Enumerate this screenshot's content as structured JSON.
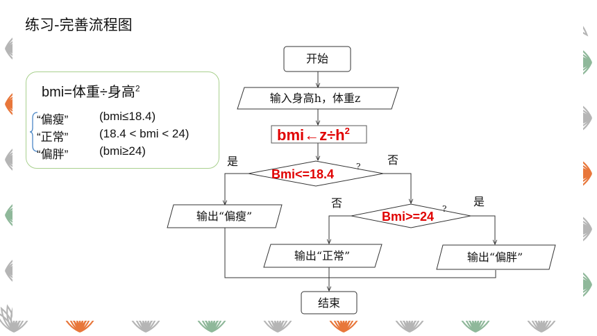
{
  "title": "练习-完善流程图",
  "info": {
    "formula_main": "bmi=体重÷身高",
    "formula_sup": "2",
    "categories": [
      {
        "label": "“偏瘦”",
        "range": "(bmi≤18.4)"
      },
      {
        "label": "“正常”",
        "range": "(18.4 < bmi < 24)"
      },
      {
        "label": "“偏胖”",
        "range": "(bmi≥24)"
      }
    ]
  },
  "flowchart": {
    "start": "开始",
    "input": "输入身高h，体重z",
    "compute_main": "bmi←z÷h",
    "compute_sup": "2",
    "decision1": "Bmi<=18.4",
    "decision1_q": "?",
    "decision2": "Bmi>=24",
    "decision2_q": "?",
    "yes": "是",
    "no": "否",
    "out_thin": "输出“偏瘦”",
    "out_normal": "输出“正常”",
    "out_fat": "输出“偏胖”",
    "end": "结束"
  },
  "colors": {
    "highlight": "#e00000",
    "box_border": "#a8d08d",
    "deco_green": "#8fb89a",
    "deco_orange": "#e8773b",
    "deco_gray": "#b5b5b5"
  }
}
